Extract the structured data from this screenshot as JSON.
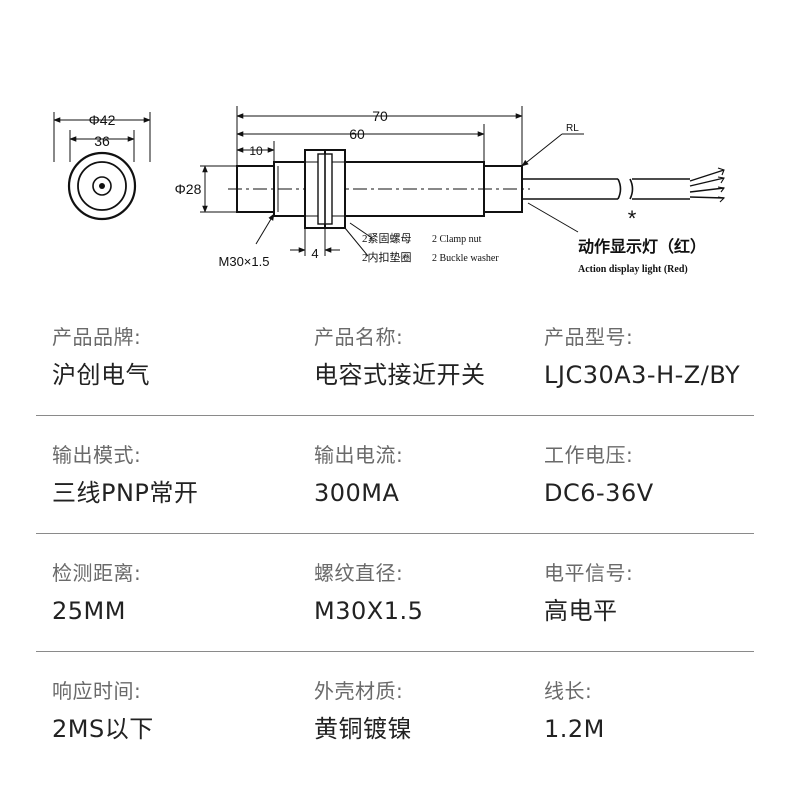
{
  "drawing": {
    "front_view": {
      "outer_dia": "Φ42",
      "across_flats": "36"
    },
    "side_view": {
      "total_length": "70",
      "body_length": "60",
      "front_length": "10",
      "diameter": "Φ28",
      "thread": "M30×1.5",
      "nut_width": "4",
      "cable_label": "RL",
      "star": "*"
    },
    "callouts": {
      "clamp_nut_cn": "2紧固螺母",
      "clamp_nut_en": "2 Clamp nut",
      "washer_cn": "2内扣垫圈",
      "washer_en": "2 Buckle washer",
      "indicator_cn": "动作显示灯（红）",
      "indicator_en": "Action display light (Red)"
    }
  },
  "specs": [
    [
      {
        "label": "产品品牌:",
        "value": "沪创电气"
      },
      {
        "label": "产品名称:",
        "value": "电容式接近开关"
      },
      {
        "label": "产品型号:",
        "value": "LJC30A3-H-Z/BY"
      }
    ],
    [
      {
        "label": "输出模式:",
        "value": "三线PNP常开"
      },
      {
        "label": "输出电流:",
        "value": "300MA"
      },
      {
        "label": "工作电压:",
        "value": "DC6-36V"
      }
    ],
    [
      {
        "label": "检测距离:",
        "value": "25MM"
      },
      {
        "label": "螺纹直径:",
        "value": "M30X1.5"
      },
      {
        "label": "电平信号:",
        "value": "高电平"
      }
    ],
    [
      {
        "label": "响应时间:",
        "value": "2MS以下"
      },
      {
        "label": "外壳材质:",
        "value": "黄铜镀镍"
      },
      {
        "label": "线长:",
        "value": "1.2M"
      }
    ]
  ]
}
